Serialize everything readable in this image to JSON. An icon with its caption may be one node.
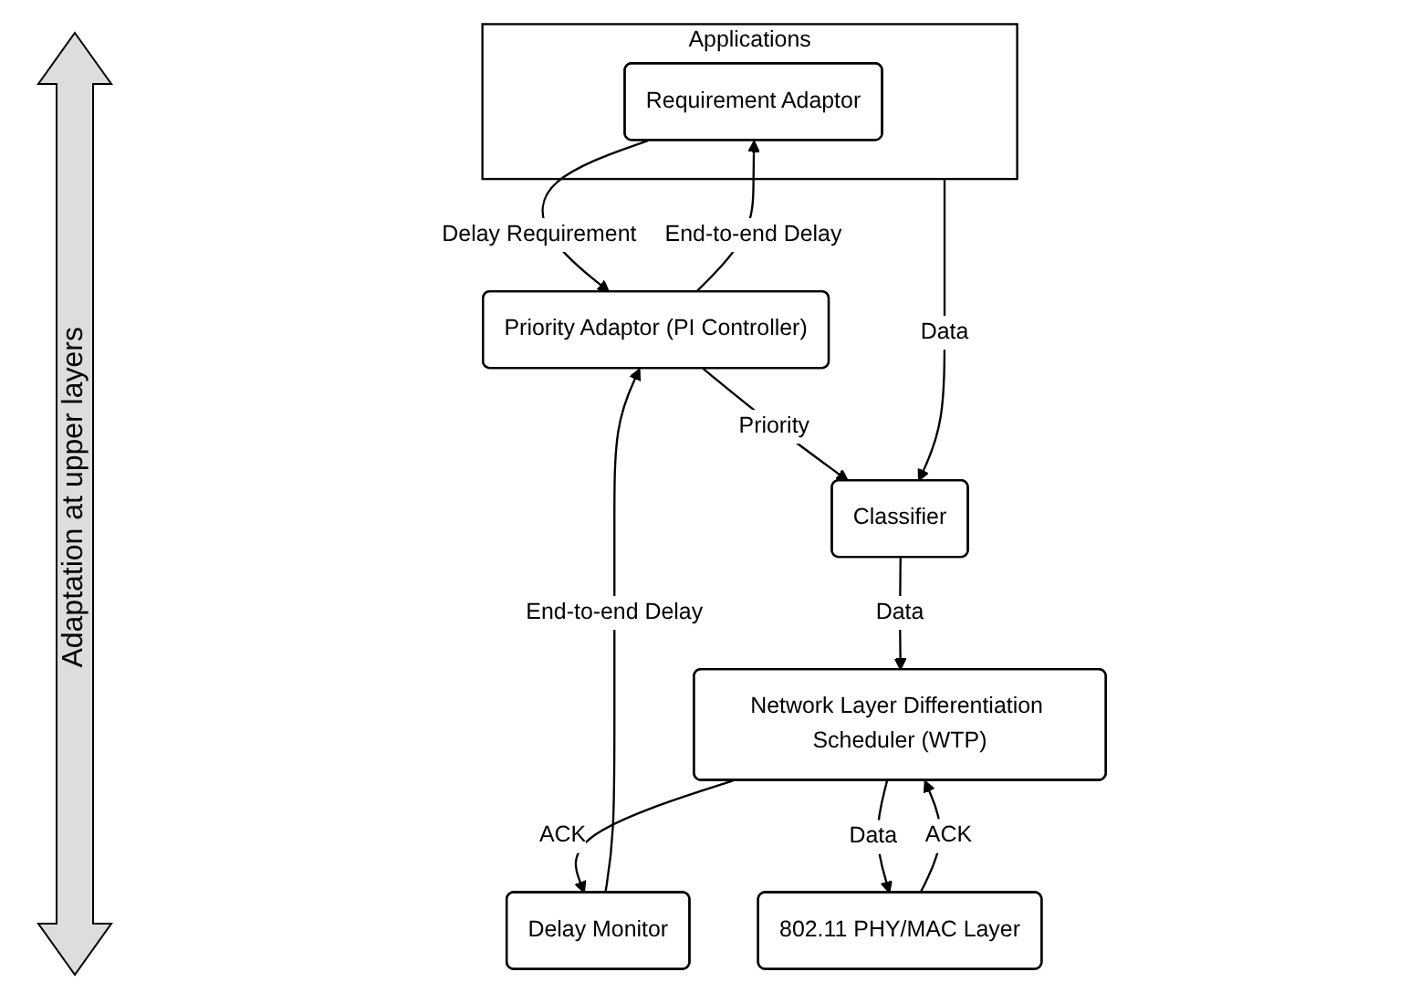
{
  "diagram": {
    "nodes": [
      {
        "text": [
          "Applications"
        ]
      },
      {
        "text": [
          "Requirement Adaptor"
        ],
        "in": 0
      },
      {
        "text": [
          "Classifier"
        ]
      },
      {
        "text": [
          "Priority Adaptor (PI Controller)"
        ]
      },
      {
        "text": [
          "Delay Monitor"
        ]
      },
      {
        "text": [
          "Network Layer Differentiation Scheduler (WTP)"
        ]
      },
      {
        "text": [
          "802.11 PHY/MAC Layer"
        ]
      }
    ],
    "edges": [
      {
        "from": 0,
        "to": 2,
        "arrow": "to",
        "label": "Data"
      },
      {
        "from": 3,
        "to": 1,
        "arrow": "to",
        "label": "End-to-end Delay"
      },
      {
        "from": 1,
        "to": 3,
        "arrow": "to",
        "label": "Delay Requirement"
      },
      {
        "from": 3,
        "to": 2,
        "arrow": "to",
        "label": "Priority"
      },
      {
        "from": 4,
        "to": 3,
        "arrow": "to",
        "label": "End-to-end Delay"
      },
      {
        "from": 2,
        "to": 5,
        "arrow": "to",
        "label": "Data"
      },
      {
        "from": 5,
        "to": 4,
        "arrow": "to",
        "label": "ACK"
      },
      {
        "from": 5,
        "to": 6,
        "arrow": "to",
        "label": "Data"
      },
      {
        "from": 6,
        "to": 5,
        "arrow": "to",
        "label": "ACK"
      }
    ],
    "labels": [
      "Adaptation at upper layers"
    ]
  }
}
